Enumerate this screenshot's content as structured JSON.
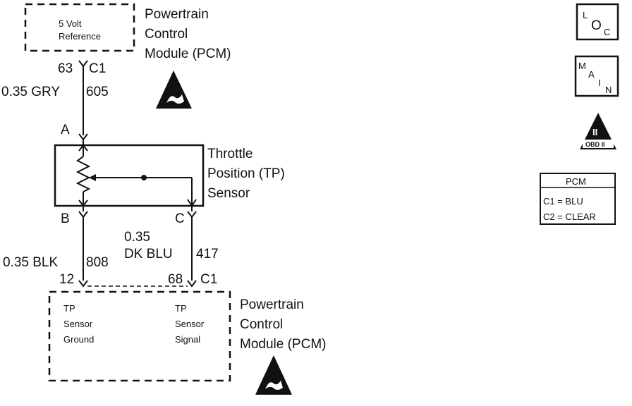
{
  "pcm_top": {
    "box_line1": "5 Volt",
    "box_line2": "Reference",
    "title_line1": "Powertrain",
    "title_line2": "Control",
    "title_line3": "Module (PCM)"
  },
  "wire_top": {
    "pin": "63",
    "connector": "C1",
    "gauge_color": "0.35 GRY",
    "circuit": "605",
    "terminal": "A"
  },
  "sensor": {
    "title_line1": "Throttle",
    "title_line2": "Position (TP)",
    "title_line3": "Sensor",
    "terminal_b": "B",
    "terminal_c": "C"
  },
  "wire_ground": {
    "gauge_color": "0.35 BLK",
    "circuit": "808",
    "pin": "12"
  },
  "wire_signal": {
    "gauge": "0.35",
    "color": "DK BLU",
    "circuit": "417",
    "pin": "68",
    "connector": "C1"
  },
  "pcm_bottom": {
    "ground_line1": "TP",
    "ground_line2": "Sensor",
    "ground_line3": "Ground",
    "signal_line1": "TP",
    "signal_line2": "Sensor",
    "signal_line3": "Signal",
    "title_line1": "Powertrain",
    "title_line2": "Control",
    "title_line3": "Module (PCM)"
  },
  "icons": {
    "loc_l": "L",
    "loc_o": "O",
    "loc_c": "C",
    "main_m": "M",
    "main_a": "A",
    "main_i": "I",
    "main_n": "N",
    "obd_numeral": "II",
    "obd_label": "OBD II"
  },
  "legend": {
    "title": "PCM",
    "line1": "C1 = BLU",
    "line2": "C2 = CLEAR"
  }
}
